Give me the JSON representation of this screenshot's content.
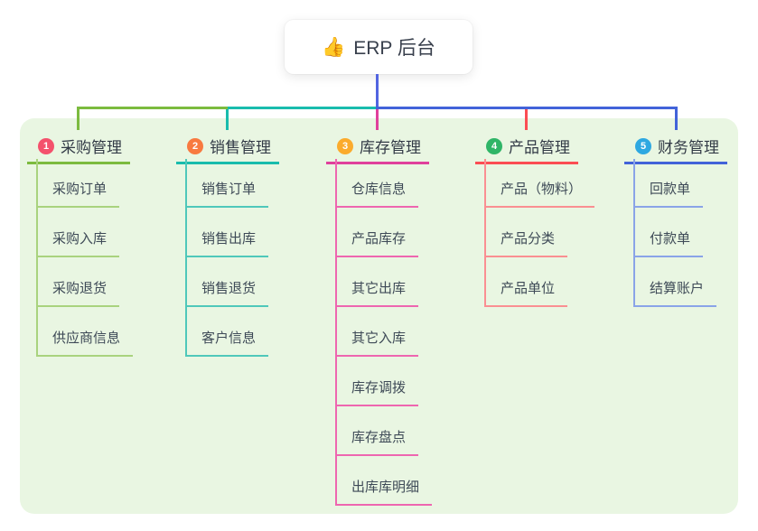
{
  "root": {
    "icon": "👍",
    "label": "ERP 后台"
  },
  "palette": {
    "page_background": "#ffffff",
    "panel_background": "#e9f6e2",
    "root_line": "#5265e1",
    "text": "#3e4a57"
  },
  "branches": [
    {
      "badge": "1",
      "label": "采购管理",
      "colors": {
        "line": "#7cbb3f",
        "child_line": "#a9d37e",
        "badge": "#f4516c"
      },
      "children": [
        "采购订单",
        "采购入库",
        "采购退货",
        "供应商信息"
      ]
    },
    {
      "badge": "2",
      "label": "销售管理",
      "colors": {
        "line": "#19bcad",
        "child_line": "#4fc8ba",
        "badge": "#f87a40"
      },
      "children": [
        "销售订单",
        "销售出库",
        "销售退货",
        "客户信息"
      ]
    },
    {
      "badge": "3",
      "label": "库存管理",
      "colors": {
        "line": "#e0409c",
        "child_line": "#ee66b0",
        "badge": "#fbab2c"
      },
      "children": [
        "仓库信息",
        "产品库存",
        "其它出库",
        "其它入库",
        "库存调拨",
        "库存盘点",
        "出库库明细"
      ]
    },
    {
      "badge": "4",
      "label": "产品管理",
      "colors": {
        "line": "#fb4d53",
        "child_line": "#fa8f92",
        "badge": "#2fb567"
      },
      "children": [
        "产品（物料）",
        "产品分类",
        "产品单位"
      ]
    },
    {
      "badge": "5",
      "label": "财务管理",
      "colors": {
        "line": "#4263d9",
        "child_line": "#8aa4e8",
        "badge": "#2ea8e1"
      },
      "children": [
        "回款单",
        "付款单",
        "结算账户"
      ]
    }
  ]
}
